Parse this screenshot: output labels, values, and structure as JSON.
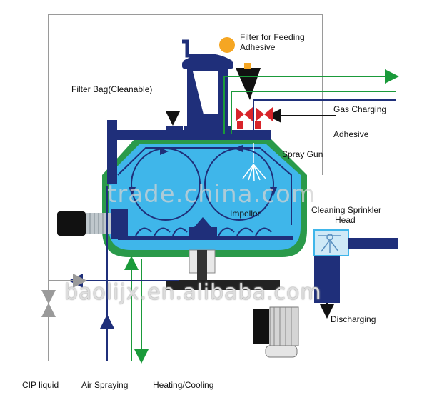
{
  "labels": {
    "filter_feeding": [
      "Filter for Feeding",
      "Adhesive"
    ],
    "filter_bag": "Filter Bag(Cleanable)",
    "gas_charging": "Gas Charging",
    "adhesive": "Adhesive",
    "spray_gun": "Spray Gun",
    "impeller": "Impeller",
    "cleaning_head": [
      "Cleaning Sprinkler",
      "Head"
    ],
    "discharging": "Discharging",
    "cip_liquid": "CIP liquid",
    "air_spraying": "Air Spraying",
    "heating_cooling": "Heating/Cooling"
  },
  "watermarks": {
    "top": "trade.china.com",
    "bottom": "baolijx.en.alibaba.com"
  },
  "colors": {
    "vessel_fill": "#3fb6ea",
    "jacket": "#2a9a4a",
    "navy": "#1f2f7a",
    "green_line": "#1a9a3a",
    "frame": "#9a9a9a",
    "valve_red": "#d8242a",
    "orange": "#f5a623"
  }
}
